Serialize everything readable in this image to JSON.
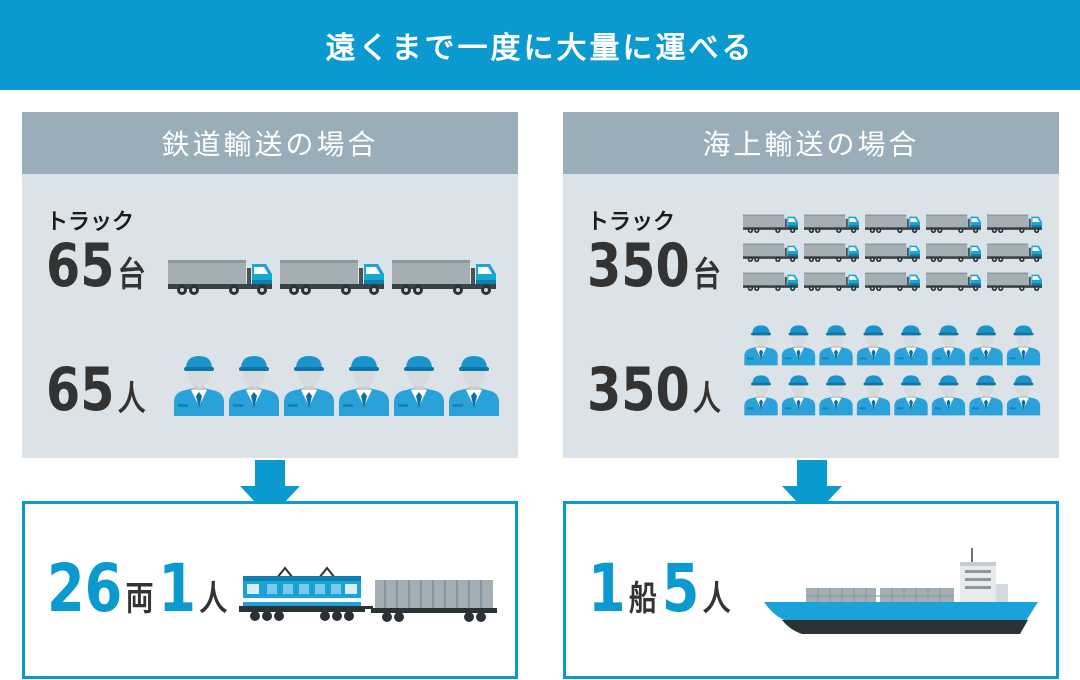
{
  "title": "遠くまで一度に大量に運べる",
  "colors": {
    "accent": "#0a9ad0",
    "panel_header": "#99aeb9",
    "panel_bg": "#dce3e8",
    "text": "#333333"
  },
  "rail": {
    "heading": "鉄道輸送の場合",
    "truck_label": "トラック",
    "truck_count": "65",
    "truck_unit": "台",
    "driver_count": "65",
    "driver_unit": "人",
    "result": {
      "cars": "26",
      "cars_unit": "両",
      "crew": "1",
      "crew_unit": "人"
    }
  },
  "sea": {
    "heading": "海上輸送の場合",
    "truck_label": "トラック",
    "truck_count": "350",
    "truck_unit": "台",
    "driver_count": "350",
    "driver_unit": "人",
    "result": {
      "ships": "1",
      "ships_unit": "船",
      "crew": "5",
      "crew_unit": "人"
    }
  },
  "icons": {
    "truck": "truck-icon",
    "worker": "worker-icon",
    "train": "freight-train-icon",
    "ship": "container-ship-icon",
    "arrow": "down-arrow-icon"
  }
}
